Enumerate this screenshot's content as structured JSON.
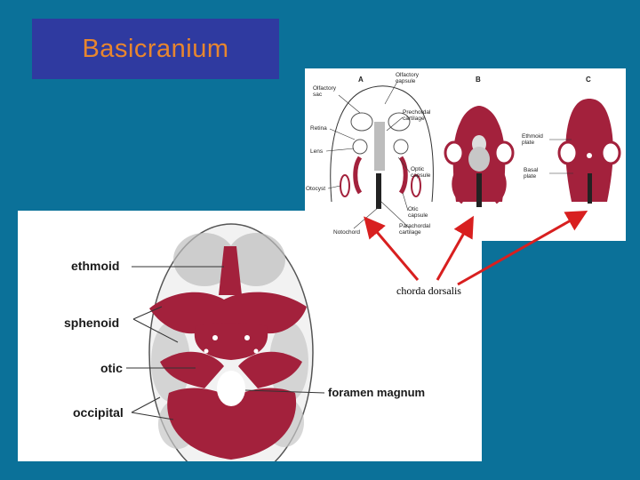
{
  "title": "Basicranium",
  "skull_labels": {
    "ethmoid": "ethmoid",
    "sphenoid": "sphenoid",
    "otic": "otic",
    "occipital": "occipital",
    "foramen_magnum": "foramen magnum"
  },
  "embryo_headers": {
    "a": "A",
    "b": "B",
    "c": "C"
  },
  "embryo_labels": {
    "olfactory_sac": "Olfactory sac",
    "olfactory_capsule": "Olfactory capsule",
    "prechordal_cartilage": "Prechordal cartilage",
    "retina": "Retina",
    "lens": "Lens",
    "optic_capsule": "Optic capsule",
    "otocyst": "Otocyst",
    "otic_capsule": "Otic capsule",
    "parachordal_cartilage": "Parachordal cartilage",
    "notochord": "Notochord",
    "ethmoid_plate": "Ethmoid plate",
    "basal_plate": "Basal plate"
  },
  "annotation": "chorda dorsalis",
  "colors": {
    "background": "#0b7199",
    "title_box": "#2f3aa0",
    "title_text": "#e8862e",
    "bone": "#a3213c",
    "arrow": "#d81f1f"
  }
}
